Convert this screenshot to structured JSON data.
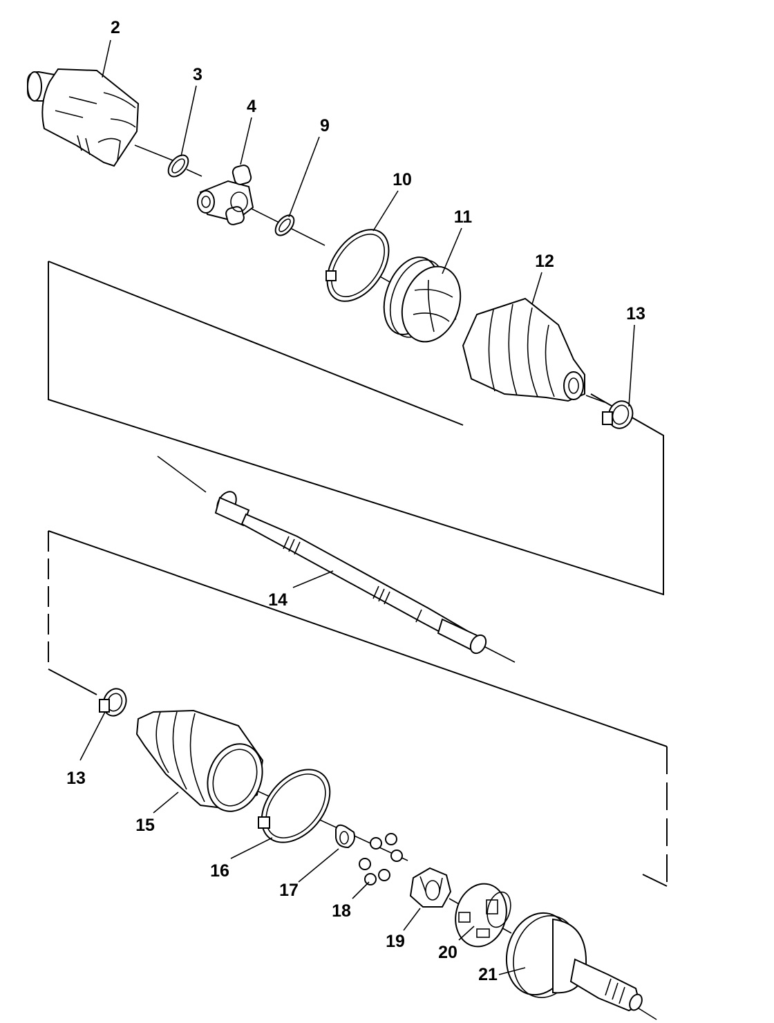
{
  "diagram": {
    "labels": {
      "p2": "2",
      "p3": "3",
      "p4": "4",
      "p9": "9",
      "p10": "10",
      "p11": "11",
      "p12": "12",
      "p13a": "13",
      "p14": "14",
      "p13b": "13",
      "p15": "15",
      "p16": "16",
      "p17": "17",
      "p18": "18",
      "p19": "19",
      "p20": "20",
      "p21": "21"
    }
  }
}
